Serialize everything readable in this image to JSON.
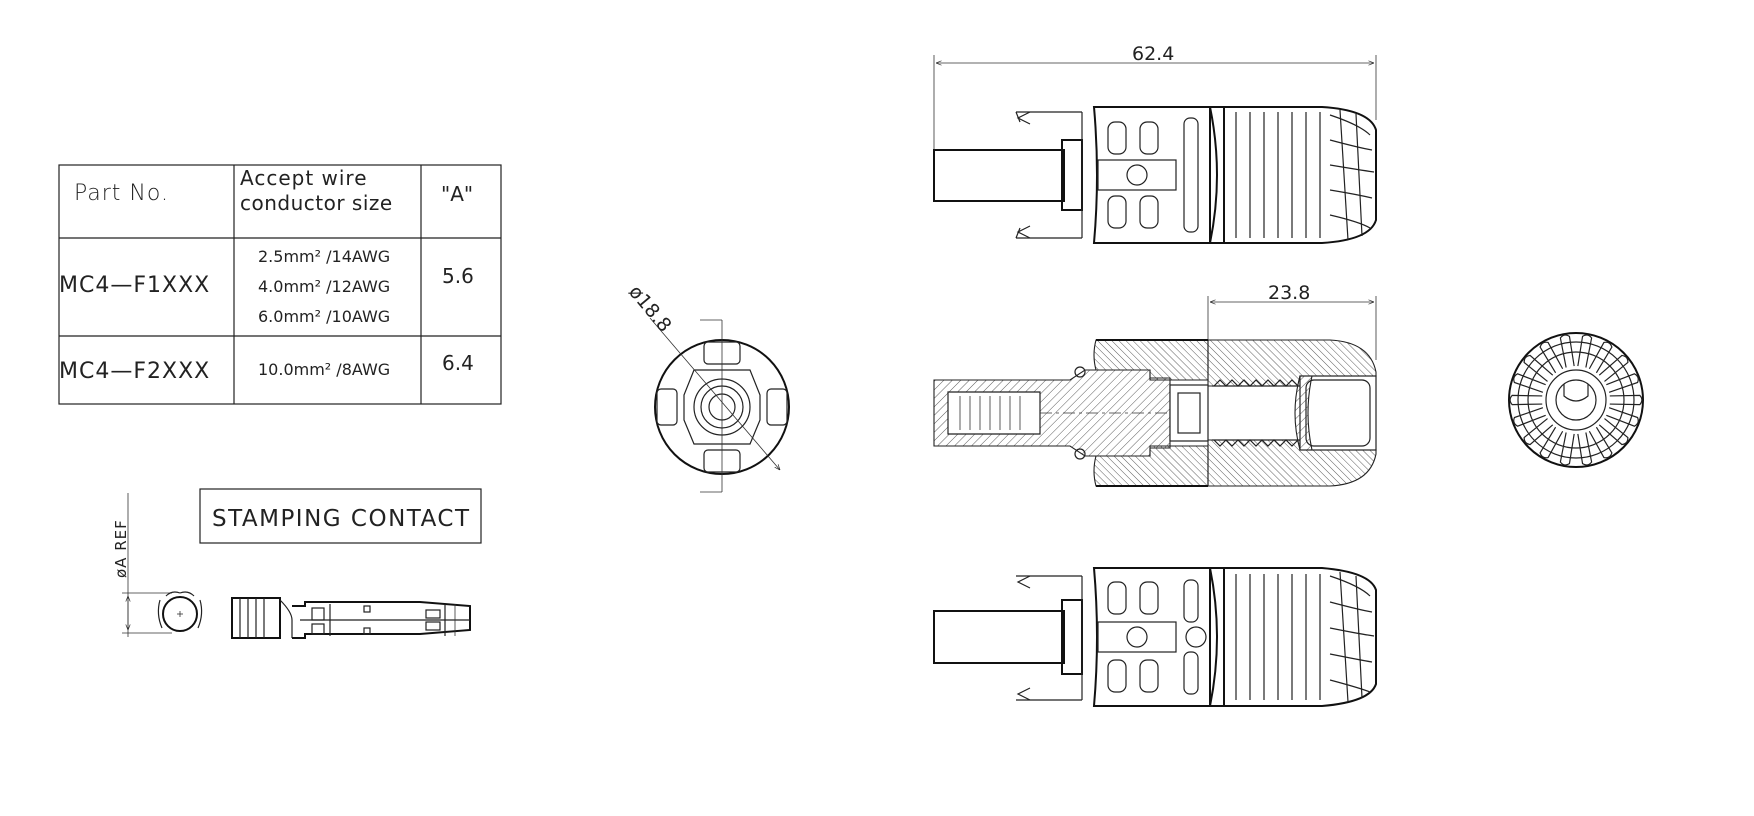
{
  "table": {
    "headers": [
      "Part No.",
      "Accept wire",
      "conductor size",
      "\"A\""
    ],
    "rows": [
      {
        "part": "MC4—F1XXX",
        "sizes": [
          "2.5mm² /14AWG",
          "4.0mm² /12AWG",
          "6.0mm² /10AWG"
        ],
        "a": "5.6"
      },
      {
        "part": "MC4—F2XXX",
        "sizes": [
          "10.0mm² /8AWG"
        ],
        "a": "6.4"
      }
    ]
  },
  "contact": {
    "label": "STAMPING CONTACT",
    "ref_label": "øA REF"
  },
  "dimensions": {
    "diameter": "ø18.8",
    "overall_length": "62.4",
    "nut_length": "23.8"
  }
}
